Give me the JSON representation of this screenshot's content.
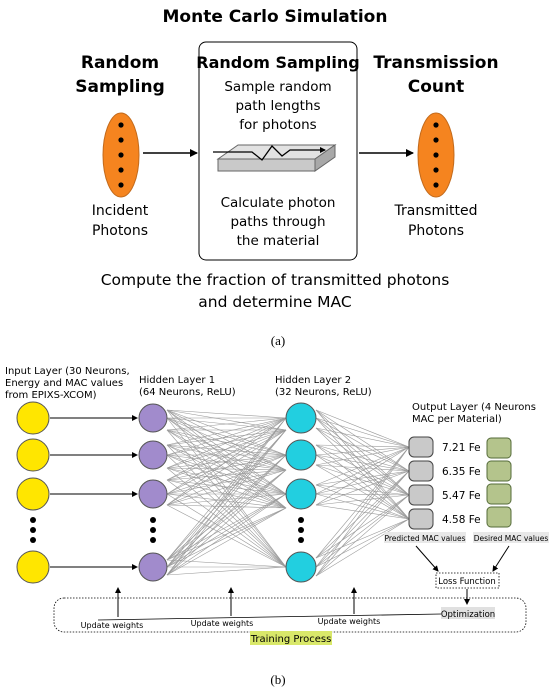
{
  "panel_a": {
    "title": "Monte Carlo Simulation",
    "left_heading": [
      "Random",
      "Sampling"
    ],
    "left_caption": [
      "Incident",
      "Photons"
    ],
    "center_heading": "Random Sampling",
    "center_top_text": [
      "Sample random",
      "path lengths",
      "for photons"
    ],
    "center_bottom_text": [
      "Calculate photon",
      "paths through",
      "the material"
    ],
    "right_heading": [
      "Transmission",
      "Count"
    ],
    "right_caption": [
      "Transmitted",
      "Photons"
    ],
    "footer": [
      "Compute the fraction of transmitted photons",
      "and determine MAC"
    ],
    "label": "(a)",
    "accent_color": "#f5841f"
  },
  "panel_b": {
    "input_layer": [
      "Input Layer (30 Neurons,",
      "Energy and MAC values",
      "from EPIXS-XCOM)"
    ],
    "hidden1": [
      "Hidden Layer 1",
      "(64 Neurons, ReLU)"
    ],
    "hidden2": [
      "Hidden Layer 2",
      "(32 Neurons, ReLU)"
    ],
    "output_layer": [
      "Output Layer (4 Neurons",
      "MAC per Material)"
    ],
    "outputs": [
      "7.21 Fe",
      "6.35 Fe",
      "5.47 Fe",
      "4.58 Fe"
    ],
    "predicted_label": "Predicted MAC values",
    "desired_label": "Desired MAC values",
    "loss_function": "Loss Function",
    "optimization": "Optimization",
    "update_weights": [
      "Update weights",
      "Update weights",
      "Update weights"
    ],
    "training_process": "Training Process",
    "label": "(b)",
    "colors": {
      "input": "#ffe600",
      "hidden1": "#a18bcc",
      "hidden2": "#22cfe0",
      "output": "#c9c9c9",
      "desired": "#b4c48c",
      "highlight": "#d9e86a"
    }
  }
}
